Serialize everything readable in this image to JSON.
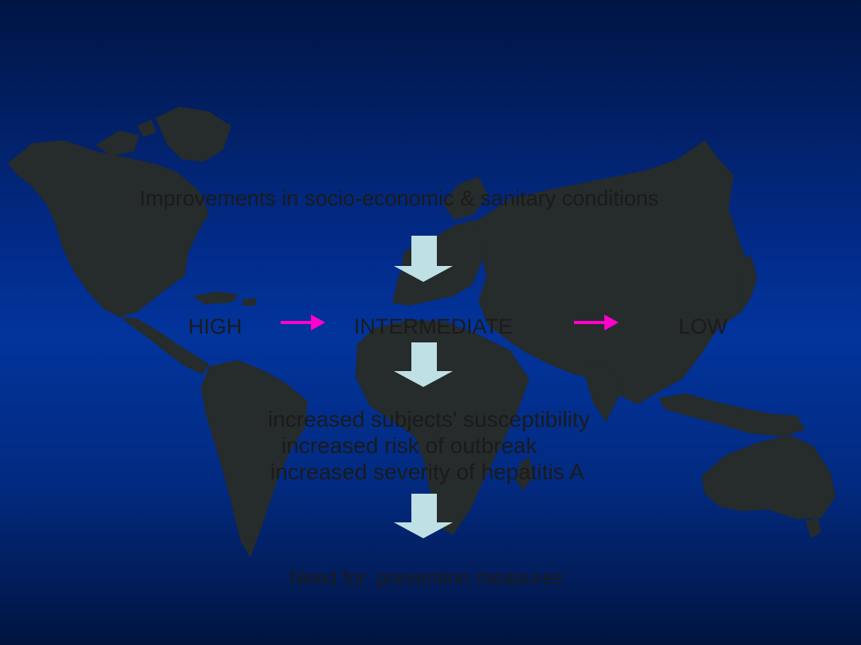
{
  "title": "Improvements in socio-economic & sanitary conditions",
  "levels": {
    "high": "HIGH",
    "intermediate": "INTERMEDIATE",
    "low": "LOW"
  },
  "consequences": [
    "increased subjects' susceptibility",
    "increased risk of outbreak",
    "increased severity of hepatitis A"
  ],
  "conclusion": "Need for  prevention measures",
  "colors": {
    "land": "#262b2b",
    "down_arrow": "#bfe0e4",
    "right_arrow": "#ff00cc",
    "text": "#1b1b1b"
  },
  "icons": [
    "world-map-icon",
    "arrow-down-icon",
    "arrow-right-icon"
  ]
}
